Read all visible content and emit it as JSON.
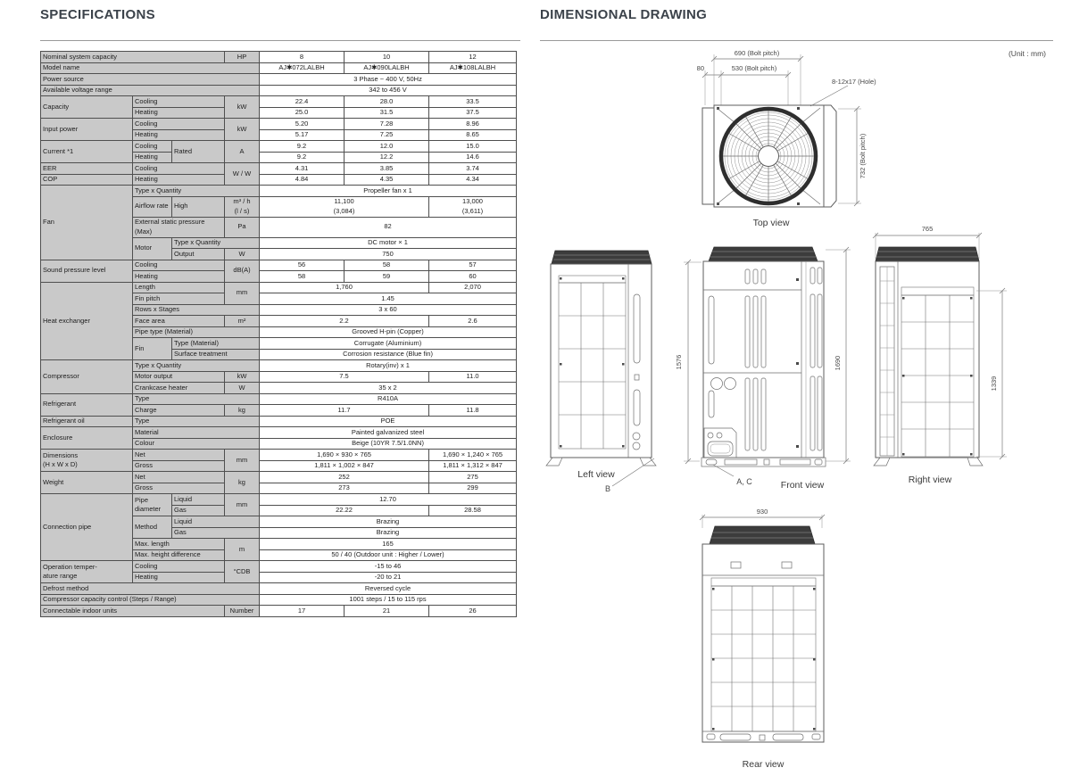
{
  "spec": {
    "title": "SPECIFICATIONS",
    "rows": [
      [
        {
          "t": "Nominal system capacity",
          "c": 3,
          "k": "l"
        },
        {
          "t": "HP",
          "k": "u"
        },
        {
          "t": "8"
        },
        {
          "t": "10"
        },
        {
          "t": "12"
        }
      ],
      [
        {
          "t": "Model name",
          "c": 4,
          "k": "l"
        },
        {
          "t": "AJ✱072LALBH"
        },
        {
          "t": "AJ✱090LALBH"
        },
        {
          "t": "AJ✱108LALBH"
        }
      ],
      [
        {
          "t": "Power source",
          "c": 4,
          "k": "l"
        },
        {
          "t": "3 Phase ~ 400 V, 50Hz",
          "c": 3
        }
      ],
      [
        {
          "t": "Available voltage range",
          "c": 4,
          "k": "l"
        },
        {
          "t": "342 to 456 V",
          "c": 3
        }
      ],
      [
        {
          "t": "Capacity",
          "r": 2,
          "k": "l"
        },
        {
          "t": "Cooling",
          "c": 2,
          "k": "l"
        },
        {
          "t": "kW",
          "r": 2,
          "k": "u"
        },
        {
          "t": "22.4"
        },
        {
          "t": "28.0"
        },
        {
          "t": "33.5"
        }
      ],
      [
        {
          "t": "Heating",
          "c": 2,
          "k": "l"
        },
        {
          "t": "25.0"
        },
        {
          "t": "31.5"
        },
        {
          "t": "37.5"
        }
      ],
      [
        {
          "t": "Input power",
          "r": 2,
          "k": "l"
        },
        {
          "t": "Cooling",
          "c": 2,
          "k": "l"
        },
        {
          "t": "kW",
          "r": 2,
          "k": "u"
        },
        {
          "t": "5.20"
        },
        {
          "t": "7.28"
        },
        {
          "t": "8.96"
        }
      ],
      [
        {
          "t": "Heating",
          "c": 2,
          "k": "l"
        },
        {
          "t": "5.17"
        },
        {
          "t": "7.25"
        },
        {
          "t": "8.65"
        }
      ],
      [
        {
          "t": "Current *1",
          "r": 2,
          "k": "l"
        },
        {
          "t": "Cooling",
          "k": "l"
        },
        {
          "t": "Rated",
          "r": 2,
          "k": "l"
        },
        {
          "t": "A",
          "r": 2,
          "k": "u"
        },
        {
          "t": "9.2"
        },
        {
          "t": "12.0"
        },
        {
          "t": "15.0"
        }
      ],
      [
        {
          "t": "Heating",
          "k": "l"
        },
        {
          "t": "9.2"
        },
        {
          "t": "12.2"
        },
        {
          "t": "14.6"
        }
      ],
      [
        {
          "t": "EER",
          "k": "l"
        },
        {
          "t": "Cooling",
          "c": 2,
          "k": "l"
        },
        {
          "t": "W / W",
          "r": 2,
          "k": "u"
        },
        {
          "t": "4.31"
        },
        {
          "t": "3.85"
        },
        {
          "t": "3.74"
        }
      ],
      [
        {
          "t": "COP",
          "k": "l"
        },
        {
          "t": "Heating",
          "c": 2,
          "k": "l"
        },
        {
          "t": "4.84"
        },
        {
          "t": "4.35"
        },
        {
          "t": "4.34"
        }
      ],
      [
        {
          "t": "Fan",
          "r": 5,
          "k": "l"
        },
        {
          "t": "Type x Quantity",
          "c": 3,
          "k": "l"
        },
        {
          "t": "Propeller fan x 1",
          "c": 3
        }
      ],
      [
        {
          "t": "Airflow rate",
          "k": "l"
        },
        {
          "t": "High",
          "k": "l"
        },
        {
          "t": "m³ / h\n(l / s)",
          "k": "u"
        },
        {
          "t": "11,100\n(3,084)",
          "c": 2
        },
        {
          "t": "13,000\n(3,611)"
        }
      ],
      [
        {
          "t": "External static pressure (Max)",
          "c": 2,
          "k": "l"
        },
        {
          "t": "Pa",
          "k": "u"
        },
        {
          "t": "82",
          "c": 3
        }
      ],
      [
        {
          "t": "Motor",
          "r": 2,
          "k": "l"
        },
        {
          "t": "Type x Quantity",
          "c": 2,
          "k": "l"
        },
        {
          "t": "DC motor × 1",
          "c": 3
        }
      ],
      [
        {
          "t": "Output",
          "k": "l"
        },
        {
          "t": "W",
          "k": "u"
        },
        {
          "t": "750",
          "c": 3
        }
      ],
      [
        {
          "t": "Sound pressure level",
          "r": 2,
          "k": "l"
        },
        {
          "t": "Cooling",
          "c": 2,
          "k": "l"
        },
        {
          "t": "dB(A)",
          "r": 2,
          "k": "u"
        },
        {
          "t": "56"
        },
        {
          "t": "58"
        },
        {
          "t": "57"
        }
      ],
      [
        {
          "t": "Heating",
          "c": 2,
          "k": "l"
        },
        {
          "t": "58"
        },
        {
          "t": "59"
        },
        {
          "t": "60"
        }
      ],
      [
        {
          "t": "Heat exchanger",
          "r": 7,
          "k": "l"
        },
        {
          "t": "Length",
          "c": 2,
          "k": "l"
        },
        {
          "t": "mm",
          "r": 2,
          "k": "u"
        },
        {
          "t": "1,760",
          "c": 2
        },
        {
          "t": "2,070"
        }
      ],
      [
        {
          "t": "Fin pitch",
          "c": 2,
          "k": "l"
        },
        {
          "t": "1.45",
          "c": 3
        }
      ],
      [
        {
          "t": "Rows x Stages",
          "c": 3,
          "k": "l"
        },
        {
          "t": "3 x 60",
          "c": 3
        }
      ],
      [
        {
          "t": "Face area",
          "c": 2,
          "k": "l"
        },
        {
          "t": "m²",
          "k": "u"
        },
        {
          "t": "2.2",
          "c": 2
        },
        {
          "t": "2.6"
        }
      ],
      [
        {
          "t": "Pipe type (Material)",
          "c": 3,
          "k": "l"
        },
        {
          "t": "Grooved H-pin (Copper)",
          "c": 3
        }
      ],
      [
        {
          "t": "Fin",
          "r": 2,
          "k": "l"
        },
        {
          "t": "Type (Material)",
          "c": 2,
          "k": "l"
        },
        {
          "t": "Corrugate (Aluminium)",
          "c": 3
        }
      ],
      [
        {
          "t": "Surface treatment",
          "c": 2,
          "k": "l"
        },
        {
          "t": "Corrosion resistance (Blue fin)",
          "c": 3
        }
      ],
      [
        {
          "t": "Compressor",
          "r": 3,
          "k": "l"
        },
        {
          "t": "Type x Quantity",
          "c": 3,
          "k": "l"
        },
        {
          "t": "Rotary(inv) x 1",
          "c": 3
        }
      ],
      [
        {
          "t": "Motor output",
          "c": 2,
          "k": "l"
        },
        {
          "t": "kW",
          "k": "u"
        },
        {
          "t": "7.5",
          "c": 2
        },
        {
          "t": "11.0"
        }
      ],
      [
        {
          "t": "Crankcase heater",
          "c": 2,
          "k": "l"
        },
        {
          "t": "W",
          "k": "u"
        },
        {
          "t": "35 x 2",
          "c": 3
        }
      ],
      [
        {
          "t": "Refrigerant",
          "r": 2,
          "k": "l"
        },
        {
          "t": "Type",
          "c": 3,
          "k": "l"
        },
        {
          "t": "R410A",
          "c": 3
        }
      ],
      [
        {
          "t": "Charge",
          "c": 2,
          "k": "l"
        },
        {
          "t": "kg",
          "k": "u"
        },
        {
          "t": "11.7",
          "c": 2
        },
        {
          "t": "11.8"
        }
      ],
      [
        {
          "t": "Refrigerant oil",
          "k": "l"
        },
        {
          "t": "Type",
          "c": 3,
          "k": "l"
        },
        {
          "t": "POE",
          "c": 3
        }
      ],
      [
        {
          "t": "Enclosure",
          "r": 2,
          "k": "l"
        },
        {
          "t": "Material",
          "c": 3,
          "k": "l"
        },
        {
          "t": "Painted galvanized steel",
          "c": 3
        }
      ],
      [
        {
          "t": "Colour",
          "c": 3,
          "k": "l"
        },
        {
          "t": "Beige (10YR 7.5/1.0NN)",
          "c": 3
        }
      ],
      [
        {
          "t": "Dimensions\n(H x W x D)",
          "r": 2,
          "k": "l"
        },
        {
          "t": "Net",
          "c": 2,
          "k": "l"
        },
        {
          "t": "mm",
          "r": 2,
          "k": "u"
        },
        {
          "t": "1,690 × 930 × 765",
          "c": 2
        },
        {
          "t": "1,690 × 1,240 × 765"
        }
      ],
      [
        {
          "t": "Gross",
          "c": 2,
          "k": "l"
        },
        {
          "t": "1,811 × 1,002 × 847",
          "c": 2
        },
        {
          "t": "1,811 × 1,312 × 847"
        }
      ],
      [
        {
          "t": "Weight",
          "r": 2,
          "k": "l"
        },
        {
          "t": "Net",
          "c": 2,
          "k": "l"
        },
        {
          "t": "kg",
          "r": 2,
          "k": "u"
        },
        {
          "t": "252",
          "c": 2
        },
        {
          "t": "275"
        }
      ],
      [
        {
          "t": "Gross",
          "c": 2,
          "k": "l"
        },
        {
          "t": "273",
          "c": 2
        },
        {
          "t": "299"
        }
      ],
      [
        {
          "t": "Connection pipe",
          "r": 6,
          "k": "l"
        },
        {
          "t": "Pipe\ndiameter",
          "r": 2,
          "k": "l"
        },
        {
          "t": "Liquid",
          "k": "l"
        },
        {
          "t": "mm",
          "r": 2,
          "k": "u"
        },
        {
          "t": "12.70",
          "c": 3
        }
      ],
      [
        {
          "t": "Gas",
          "k": "l"
        },
        {
          "t": "22.22",
          "c": 2
        },
        {
          "t": "28.58"
        }
      ],
      [
        {
          "t": "Method",
          "r": 2,
          "k": "l"
        },
        {
          "t": "Liquid",
          "c": 2,
          "k": "l"
        },
        {
          "t": "Brazing",
          "c": 3
        }
      ],
      [
        {
          "t": "Gas",
          "c": 2,
          "k": "l"
        },
        {
          "t": "Brazing",
          "c": 3
        }
      ],
      [
        {
          "t": "Max. length",
          "c": 2,
          "k": "l"
        },
        {
          "t": "m",
          "r": 2,
          "k": "u"
        },
        {
          "t": "165",
          "c": 3
        }
      ],
      [
        {
          "t": "Max. height difference",
          "c": 2,
          "k": "l"
        },
        {
          "t": "50 / 40 (Outdoor unit : Higher / Lower)",
          "c": 3
        }
      ],
      [
        {
          "t": "Operation temper-\nature range",
          "r": 2,
          "k": "l"
        },
        {
          "t": "Cooling",
          "c": 2,
          "k": "l"
        },
        {
          "t": "°CDB",
          "r": 2,
          "k": "u"
        },
        {
          "t": "-15 to 46",
          "c": 3
        }
      ],
      [
        {
          "t": "Heating",
          "c": 2,
          "k": "l"
        },
        {
          "t": "-20 to 21",
          "c": 3
        }
      ],
      [
        {
          "t": "Defrost method",
          "c": 4,
          "k": "l"
        },
        {
          "t": "Reversed cycle",
          "c": 3
        }
      ],
      [
        {
          "t": "Compressor capacity control (Steps / Range)",
          "c": 4,
          "k": "l"
        },
        {
          "t": "1001 steps / 15 to 115 rps",
          "c": 3
        }
      ],
      [
        {
          "t": "Connectable indoor units",
          "c": 3,
          "k": "l"
        },
        {
          "t": "Number",
          "k": "u"
        },
        {
          "t": "17"
        },
        {
          "t": "21"
        },
        {
          "t": "26"
        }
      ]
    ]
  },
  "drawing": {
    "title": "DIMENSIONAL DRAWING",
    "unit_note": "(Unit : mm)",
    "top": {
      "caption": "Top view",
      "bolt_pitch_690": "690 (Bolt pitch)",
      "dim_80": "80",
      "bolt_pitch_530": "530 (Bolt pitch)",
      "hole": "8-12x17 (Hole)",
      "bolt_pitch_732": "732 (Bolt pitch)"
    },
    "left": {
      "caption": "Left view",
      "label_b": "B"
    },
    "front": {
      "caption": "Front view",
      "label_ac": "A, C",
      "dim_1576": "1576",
      "dim_1690": "1690"
    },
    "right": {
      "caption": "Right view",
      "dim_765": "765",
      "dim_1339": "1339"
    },
    "rear": {
      "caption": "Rear view",
      "dim_930": "930"
    }
  }
}
